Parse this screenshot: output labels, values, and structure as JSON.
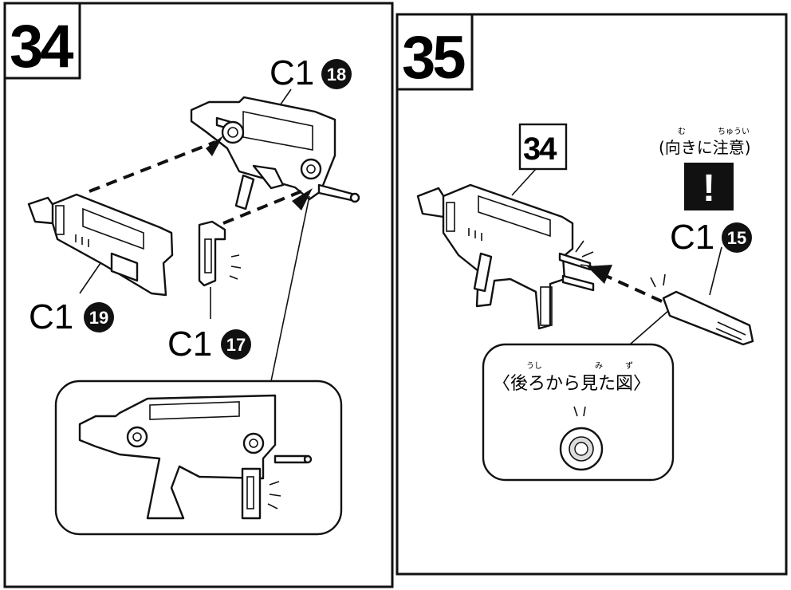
{
  "steps": [
    {
      "number": "34",
      "parts": [
        {
          "prefix": "C1",
          "num": "18"
        },
        {
          "prefix": "C1",
          "num": "19"
        },
        {
          "prefix": "C1",
          "num": "17"
        }
      ]
    },
    {
      "number": "35",
      "ref_step": "34",
      "note": "(向きに注意)",
      "note_ruby_1": "む",
      "note_ruby_2": "ちゅうい",
      "warning_mark": "!",
      "part": {
        "prefix": "C1",
        "num": "15"
      },
      "view_label": "〈後ろから見た図〉",
      "view_ruby_1": "うし",
      "view_ruby_2": "み",
      "view_ruby_3": "ず"
    }
  ]
}
